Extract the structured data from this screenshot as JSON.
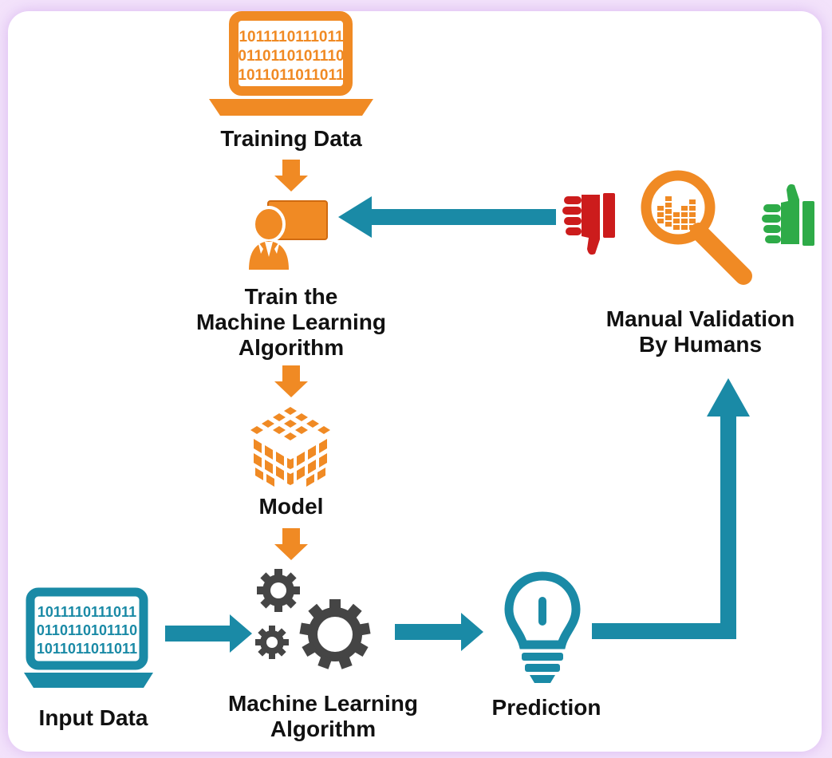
{
  "labels": {
    "training_data": "Training Data",
    "train_algorithm": [
      "Train the",
      "Machine Learning",
      "Algorithm"
    ],
    "model": "Model",
    "input_data": "Input Data",
    "ml_algorithm": [
      "Machine Learning",
      "Algorithm"
    ],
    "prediction": "Prediction",
    "manual_validation": [
      "Manual Validation",
      "By Humans"
    ]
  },
  "binary_rows": [
    "1011110111011",
    "0110110101110",
    "1011011011011"
  ],
  "colors": {
    "orange": "#f08a24",
    "teal": "#1a8aa6",
    "gray": "#444444",
    "red": "#cc1c1c",
    "green": "#2eab48",
    "text": "#111111",
    "frame": "#f3e3fb"
  },
  "icons": [
    "training-laptop-icon",
    "trainer-presentation-icon",
    "model-cube-icon",
    "input-laptop-icon",
    "gears-icon",
    "lightbulb-icon",
    "magnifier-chart-icon",
    "thumbs-down-icon",
    "thumbs-up-icon"
  ]
}
